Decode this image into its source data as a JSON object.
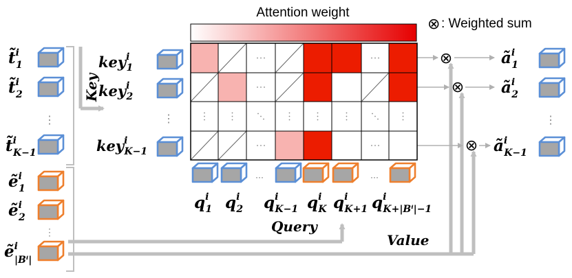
{
  "colorbar": {
    "title": "Attention weight",
    "from_color": "#ffffff",
    "to_color": "#e60000"
  },
  "weighted_sum_legend": {
    "symbol": "⊗",
    "label": ": Weighted sum"
  },
  "labels": {
    "key": "Key",
    "query": "Query",
    "value": "Value",
    "vertical_ellipsis": "⋮",
    "horizontal_ellipsis": "···"
  },
  "colors": {
    "target_cube_border": "#5b8fd6",
    "item_cube_border": "#ee7f2d",
    "cube_fill": "#a6a6a6",
    "arrow_gray": "#bfbfbf",
    "grid_line": "#000000",
    "light_pink": "#f8b3b0",
    "red": "#ec1c00"
  },
  "target_tokens": [
    {
      "base": "t̃",
      "sup": "i",
      "sub": "1"
    },
    {
      "base": "t̃",
      "sup": "i",
      "sub": "2"
    },
    {
      "base": "t̃",
      "sup": "i",
      "sub": "K−1"
    }
  ],
  "item_tokens": [
    {
      "base": "ẽ",
      "sup": "i",
      "sub": "1"
    },
    {
      "base": "ẽ",
      "sup": "i",
      "sub": "2"
    },
    {
      "base": "ẽ",
      "sup": "i",
      "sub": "|Bⁱ|"
    }
  ],
  "keys": [
    {
      "base": "key",
      "sup": "i",
      "sub": "1"
    },
    {
      "base": "key",
      "sup": "i",
      "sub": "2"
    },
    {
      "base": "key",
      "sup": "i",
      "sub": "K−1"
    }
  ],
  "queries": [
    {
      "base": "q",
      "sup": "i",
      "sub": "1"
    },
    {
      "base": "q",
      "sup": "i",
      "sub": "2"
    },
    {
      "base": "q",
      "sup": "i",
      "sub": "K−1"
    },
    {
      "base": "q",
      "sup": "i",
      "sub": "K"
    },
    {
      "base": "q",
      "sup": "i",
      "sub": "K+1"
    },
    {
      "base": "q",
      "sup": "i",
      "sub": "K+|Bⁱ|−1"
    }
  ],
  "outputs": [
    {
      "base": "ã",
      "sup": "i",
      "sub": "1"
    },
    {
      "base": "ã",
      "sup": "i",
      "sub": "2"
    },
    {
      "base": "ã",
      "sup": "i",
      "sub": "K−1"
    }
  ],
  "attention_matrix": [
    [
      "pink",
      "slash",
      "hdots",
      "slash",
      "red",
      "red",
      "hdots",
      "red"
    ],
    [
      "slash",
      "pink",
      "hdots",
      "slash",
      "red",
      "white",
      "slash",
      "red"
    ],
    [
      "vdots",
      "vdots",
      "ddots",
      "vdots",
      "vdots",
      "vdots",
      "ddots",
      "vdots"
    ],
    [
      "slash",
      "slash",
      "hdots",
      "pink",
      "red",
      "white",
      "hdots",
      "white"
    ]
  ]
}
